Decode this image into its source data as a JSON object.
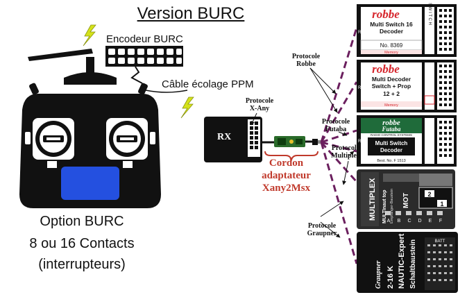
{
  "title": "Version BURC",
  "labels": {
    "encoder": "Encodeur BURC",
    "ppm_cable": "Câble écolage PPM",
    "option_line1": "Option BURC",
    "option_line2": "8 ou 16 Contacts",
    "option_line3": "(interrupteurs)",
    "rx": "RX",
    "cordon_line1": "Cordon",
    "cordon_line2": "adaptateur",
    "cordon_line3": "Xany2Msx"
  },
  "protocols": {
    "xany": [
      "Protocole",
      "X-Any"
    ],
    "robbe": [
      "Protocole",
      "Robbe"
    ],
    "futaba": [
      "Protocole",
      "Futaba"
    ],
    "multiplex": [
      "Protocole",
      "Multiplex"
    ],
    "graupner": [
      "Protocole",
      "Graupner"
    ]
  },
  "modules": {
    "robbe1": {
      "brand": "robbe",
      "name_line1": "Multi Switch 16",
      "name_line2": "Decoder",
      "number": "No. 8369",
      "memory": "Memory",
      "switch_label": "S W I T C H",
      "side": "Rx"
    },
    "robbe2": {
      "brand": "robbe",
      "name_line1": "Multi Decoder",
      "name_line2": "Switch + Prop",
      "name_line3": "12 + 2",
      "memory": "Memory",
      "side": "Rx"
    },
    "futaba": {
      "brand": "robbe",
      "sub_brand": "Futaba",
      "system_line": "RADIO CONTROL SYSTEMS",
      "name_line1": "Multi Switch",
      "name_line2": "Decoder",
      "number": "Best. No. F 1513",
      "side": "Rx"
    },
    "multiplex": {
      "brand": "MULTIPLEX",
      "name_line1": "MULTInaut top",
      "name_line2": "Empfänger-Baustein",
      "mot_label": "MOT",
      "numbers": [
        "1",
        "2"
      ],
      "ports": [
        "A",
        "B",
        "C",
        "D",
        "E",
        "F"
      ]
    },
    "graupner": {
      "brand": "Graupner",
      "name_line1": "2-16 K",
      "name_line2": "NAUTIC-Expert",
      "name_line3": "Schaltbaustein",
      "batt_label": "BATT"
    }
  },
  "colors": {
    "dashed_line": "#6b1f5e",
    "cordon_text": "#c0392b",
    "transmitter_screen": "#2450e0",
    "bolt": "#d4e21a",
    "memory_red": "#d6262d"
  }
}
